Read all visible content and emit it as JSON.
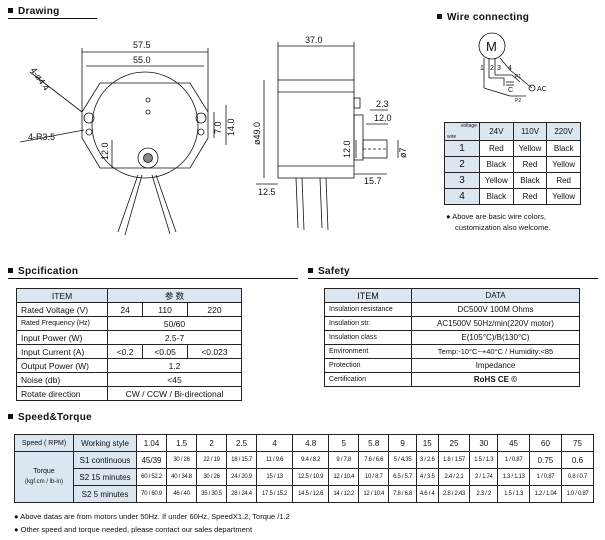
{
  "drawing": {
    "title": "Drawing",
    "dims": {
      "w_outer": "57.5",
      "w_inner": "55.0",
      "hole": "4-ø4.4",
      "radius": "4-R3.5",
      "v12": "12.0",
      "v7": "7.0",
      "v14": "14.0",
      "depth": "37.0",
      "dia": "ø49.0",
      "d23": "2.3",
      "d120a": "12.0",
      "d120b": "12.0",
      "shaft": "ø7",
      "d157": "15.7",
      "d125": "12.5"
    }
  },
  "wire": {
    "title": "Wire connecting",
    "motor_label": "M",
    "diagram_labels": [
      "1",
      "2",
      "3",
      "4",
      "P1",
      "P2",
      "C",
      "AC"
    ],
    "corner_top": "voltage",
    "corner_bottom": "wire",
    "headers": [
      "24V",
      "110V",
      "220V"
    ],
    "rows": [
      {
        "n": "1",
        "cells": [
          "Red",
          "Yellow",
          "Black"
        ]
      },
      {
        "n": "2",
        "cells": [
          "Black",
          "Red",
          "Yellow"
        ]
      },
      {
        "n": "3",
        "cells": [
          "Yellow",
          "Black",
          "Red"
        ]
      },
      {
        "n": "4",
        "cells": [
          "Black",
          "Red",
          "Yellow"
        ]
      }
    ],
    "note1": "Above are basic wire colors,",
    "note2": "customization also welcome."
  },
  "spec": {
    "title": "Spcification",
    "item_header": "ITEM",
    "param_header": "参 数",
    "rows": [
      {
        "label": "Rated Voltage (V)",
        "vals": [
          "24",
          "110",
          "220"
        ]
      },
      {
        "label": "Rated Frequency (Hz)",
        "val": "50/60"
      },
      {
        "label": "Input Power (W)",
        "val": "2.5-7"
      },
      {
        "label": "Input Current (A)",
        "vals": [
          "<0.2",
          "<0.05",
          "<0.023"
        ]
      },
      {
        "label": "Output Power (W)",
        "val": "1.2"
      },
      {
        "label": "Noise (db)",
        "val": "<45"
      },
      {
        "label": "Rotate direction",
        "val": "CW / CCW / Bi-directional"
      }
    ]
  },
  "safety": {
    "title": "Safety",
    "item_header": "ITEM",
    "data_header": "DATA",
    "rows": [
      {
        "label": "Insulation resistance",
        "val": "DC500V  100M Ohms"
      },
      {
        "label": "Insulation str.",
        "val": "AC1500V 50Hz/min(220V motor)"
      },
      {
        "label": "Insulation class",
        "val": "E(105°C)/B(130°C)"
      },
      {
        "label": "Environment",
        "val": "Temp:-10°C~+40°C / Humidity:<85"
      },
      {
        "label": "Protection",
        "val": "Impedance"
      },
      {
        "label": "Certification",
        "val": "RoHS  CE  ©"
      }
    ]
  },
  "speed_torque": {
    "title": "Speed&Torque",
    "speed_label": "Speed ( RPM)",
    "working_style": "Working style",
    "speeds": [
      "1.04",
      "1.5",
      "2",
      "2.5",
      "4",
      "4.8",
      "5",
      "5.8",
      "9",
      "15",
      "25",
      "30",
      "45",
      "60",
      "75"
    ],
    "torque_label": "Torque",
    "unit_label": "(kgf.cm / lb-in)",
    "rows": [
      {
        "style": "S1 continuous",
        "vals": [
          "45/39",
          "30 / 26",
          "22 / 19",
          "18 / 15.7",
          "11 / 9.6",
          "9.4 / 8.2",
          "9 / 7.8",
          "7.6 / 6.6",
          "5 / 4.35",
          "3 / 2.6",
          "1.8 / 1.57",
          "1.5 / 1.3",
          "1 / 0.87",
          "0.75",
          "0.6"
        ]
      },
      {
        "style": "S2 15 minutes",
        "vals": [
          "60 / 52.2",
          "40 / 34.8",
          "30 / 26",
          "24 / 20.9",
          "15 / 13",
          "12.5 / 10.9",
          "12 / 10.4",
          "10 / 8.7",
          "6.5 / 5.7",
          "4 / 3.5",
          "2.4 / 2.1",
          "2 / 1.74",
          "1.3 / 1.13",
          "1 / 0.87",
          "0.8 / 0.7"
        ]
      },
      {
        "style": "S2  5 minutes",
        "vals": [
          "70 / 60.9",
          "46 / 40",
          "35 / 30.5",
          "28 / 24.4",
          "17.5 / 15.2",
          "14.5 / 12.6",
          "14 / 12.2",
          "12 / 10.4",
          "7.8 / 6.8",
          "4.6 / 4",
          "2.8 / 2.43",
          "2.3 / 2",
          "1.5 / 1.3",
          "1.2 / 1.04",
          "1.0 / 0.87"
        ]
      }
    ],
    "note1": "Above datas are from motors under 50Hz. If under 60Hz,  SpeedX1.2, Torque /1.2",
    "note2": "Other speed and torque needed, please contact our sales department"
  }
}
